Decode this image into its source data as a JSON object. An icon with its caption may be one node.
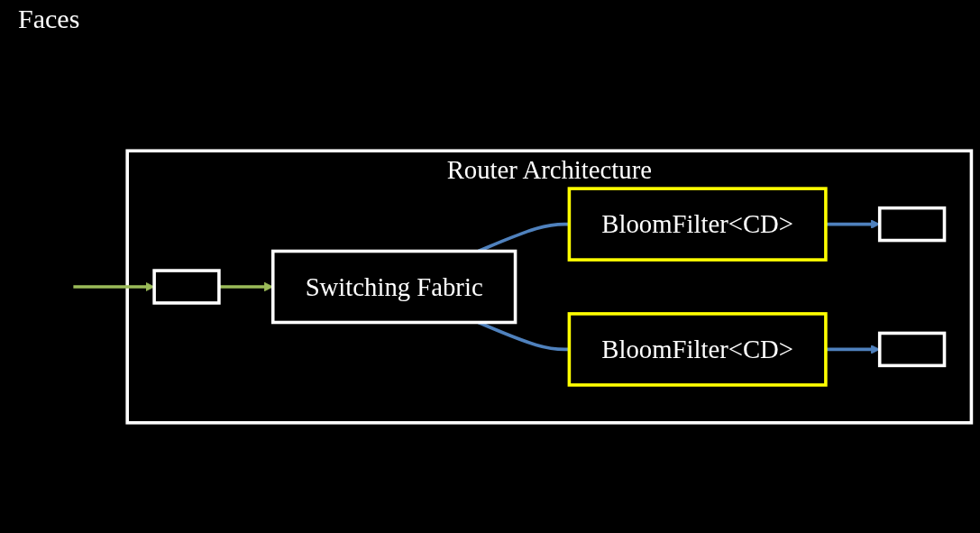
{
  "diagram": {
    "nodes": [
      {
        "text": [
          "Router Architecture"
        ]
      },
      {
        "text": [],
        "shape": "box",
        "in": 0
      },
      {
        "text": [],
        "shape": "box",
        "in": 0
      },
      {
        "text": [],
        "shape": "box",
        "in": 0
      },
      {
        "text": [
          "BloomFilter<CD>"
        ],
        "in": 0
      },
      {
        "text": [
          "BloomFilter<CD>"
        ],
        "in": 0
      },
      {
        "text": [
          "Switching Fabric"
        ],
        "in": 0
      }
    ],
    "edges": [
      {
        "from": null,
        "to": 1,
        "arrow": "to",
        "color": "#9bbb59"
      },
      {
        "from": 1,
        "to": 6,
        "arrow": "to",
        "color": "#9bbb59"
      },
      {
        "from": 6,
        "to": 4,
        "arrow": "none",
        "color": "#4f81bd"
      },
      {
        "from": 4,
        "to": 2,
        "arrow": "to",
        "color": "#4f81bd"
      },
      {
        "from": 6,
        "to": 5,
        "arrow": "none",
        "color": "#4f81bd"
      },
      {
        "from": 5,
        "to": 3,
        "arrow": "to",
        "color": "#4f81bd"
      }
    ],
    "labels": [
      "Faces"
    ]
  }
}
